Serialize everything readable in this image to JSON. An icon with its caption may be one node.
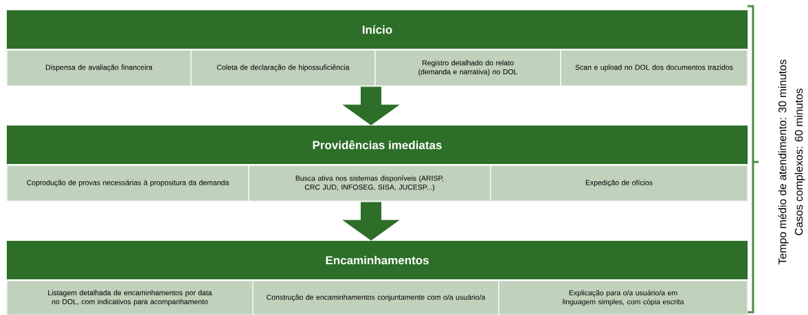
{
  "diagram": {
    "nodes": [
      {
        "text": [
          "Início"
        ]
      },
      {
        "text": [
          "Dispensa de avaliação financeira"
        ],
        "in": 0
      },
      {
        "text": [
          "Coleta de declaração de hipossuficiência"
        ],
        "in": 0
      },
      {
        "text": [
          "Registro detalhado do relato (demanda e narrativa) no DOL"
        ],
        "in": 0
      },
      {
        "text": [
          "Scan e upload no DOL dos documentos trazidos"
        ],
        "in": 0
      },
      {
        "text": [
          "Providências imediatas"
        ]
      },
      {
        "text": [
          "Coprodução de provas necessárias à propositura da demanda"
        ],
        "in": 5
      },
      {
        "text": [
          "Busca ativa nos sistemas disponíveis (ARISP, CRC JUD, INFOSEG, SISA, JUCESP...)"
        ],
        "in": 5
      },
      {
        "text": [
          "Expedição de ofícios"
        ],
        "in": 5
      },
      {
        "text": [
          "Encaminhamentos"
        ]
      },
      {
        "text": [
          "Listagem detalhada de encaminhamentos por data no DOL, com indicativos para acompanhamento"
        ],
        "in": 9
      },
      {
        "text": [
          "Construção de encaminhamentos conjuntamente com o/a usuário/a"
        ],
        "in": 9
      },
      {
        "text": [
          "Explicação para o/a usuário/a em linguagem simples, com cópia escrita"
        ],
        "in": 9
      }
    ],
    "edges": [
      {
        "from": 0,
        "to": 5,
        "arrow": "to"
      },
      {
        "from": 5,
        "to": 9,
        "arrow": "to"
      }
    ],
    "labels": [
      "Tempo médio de atendimento: 30 minutos",
      "Casos complexos: 60 minutos"
    ]
  }
}
